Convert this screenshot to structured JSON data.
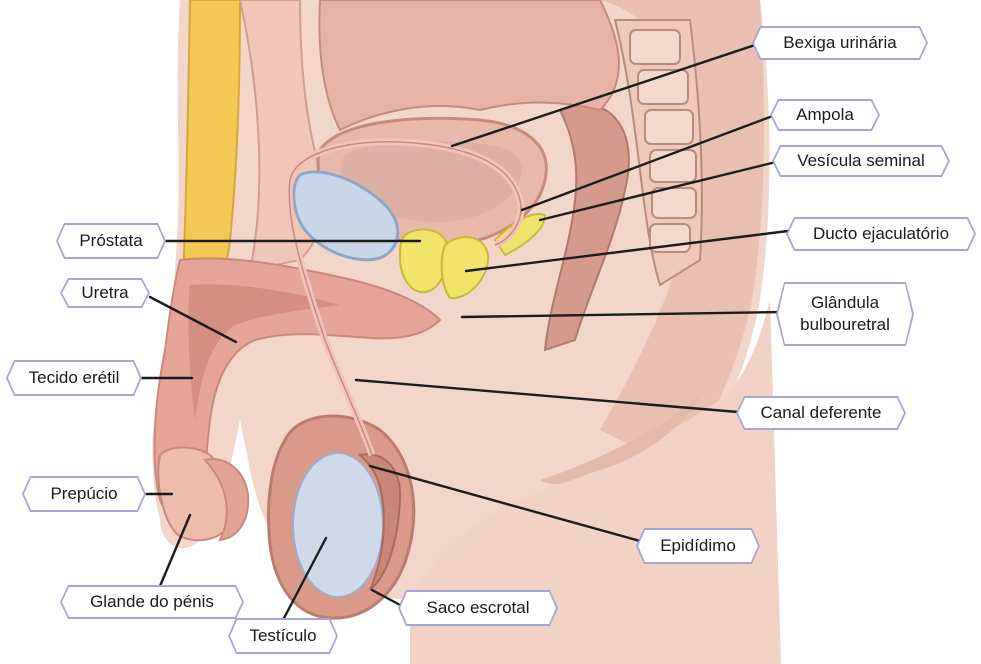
{
  "diagram": {
    "labels": {
      "bexiga": "Bexiga urinária",
      "ampola": "Ampola",
      "vesicula": "Vesícula seminal",
      "prostata": "Próstata",
      "ducto": "Ducto ejaculatório",
      "uretra": "Uretra",
      "glandula_1": "Glândula",
      "glandula_2": "bulbouretral",
      "tecido": "Tecido erétil",
      "canal": "Canal deferente",
      "prepucio": "Prepúcio",
      "epididimo": "Epidídimo",
      "glande": "Glande do pénis",
      "saco": "Saco escrotal",
      "testiculo": "Testículo"
    },
    "colors": {
      "label_border": "#a9a4d6",
      "leader_line": "#1c1c1c",
      "skin": "#f1cdbf",
      "tissue": "#e3a99a",
      "tissue_dark": "#c98a7c",
      "prostate": "#f2e46a",
      "bladder": "#dcb3a8",
      "fat": "#f3c954",
      "testis": "#cfd9ea",
      "pubic_bone": "#c8d6e8"
    }
  }
}
